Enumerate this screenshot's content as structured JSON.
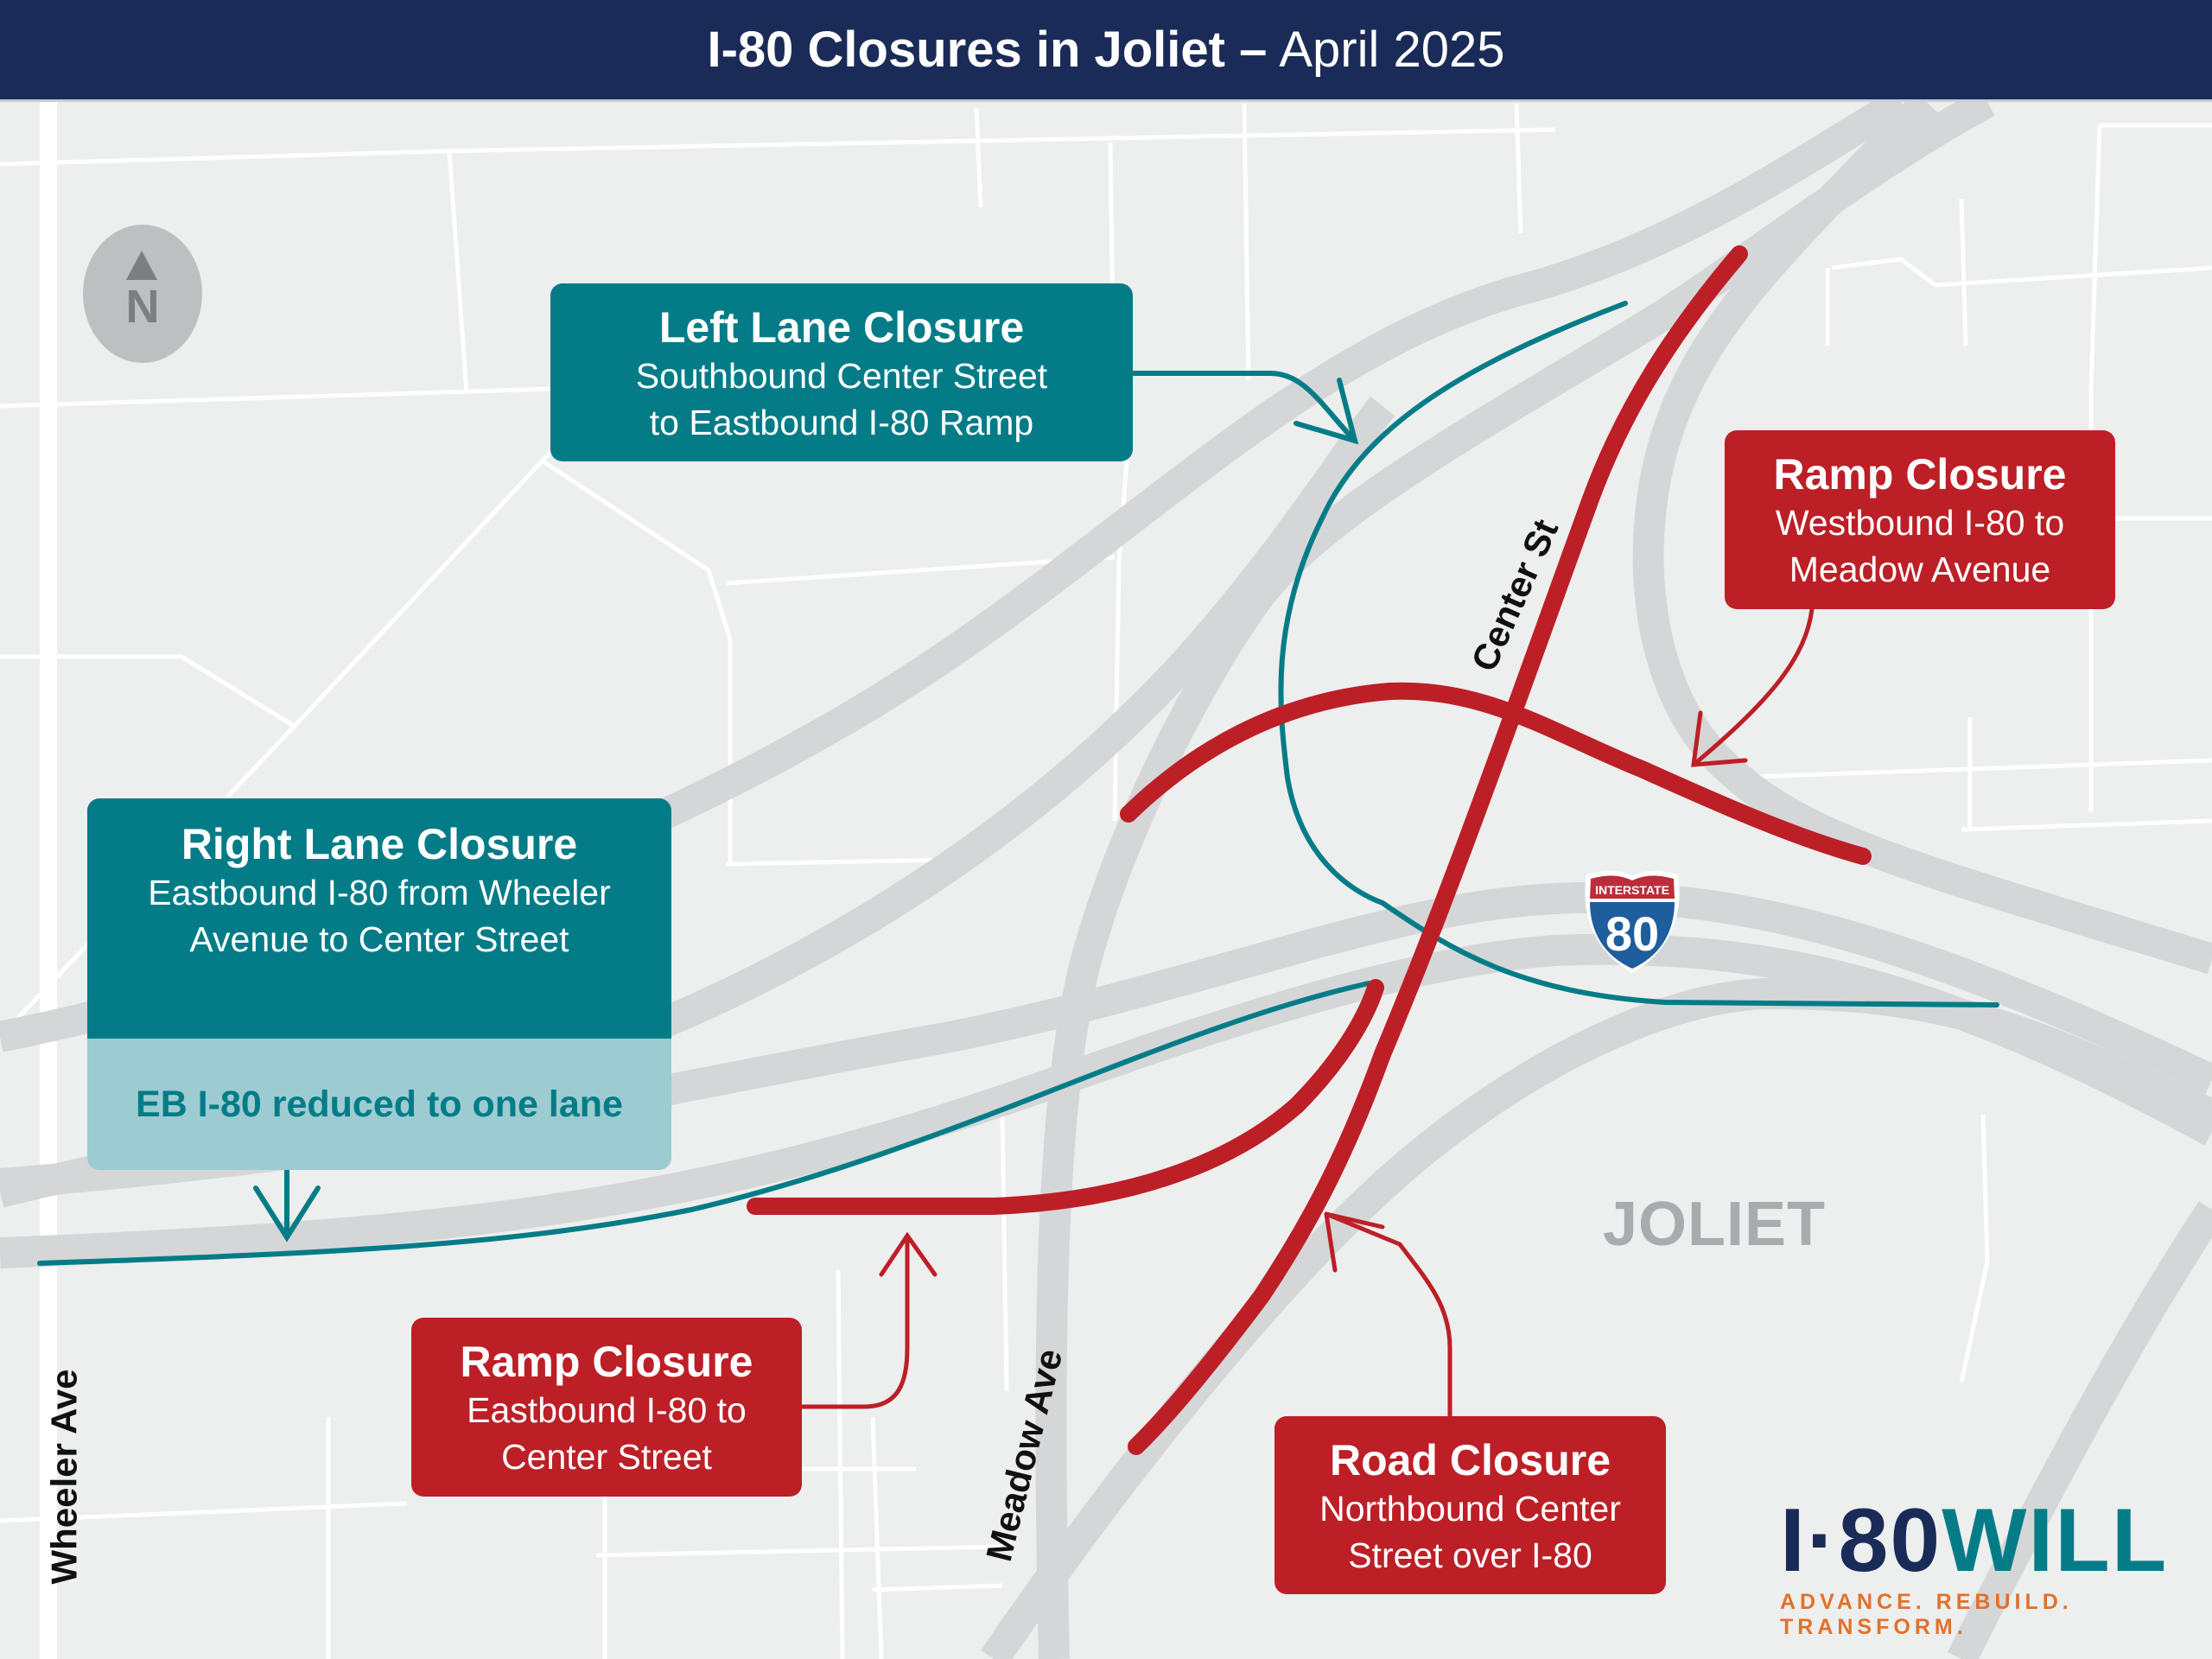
{
  "header": {
    "title_bold": "I-80 Closures in Joliet –",
    "title_light": "April 2025"
  },
  "colors": {
    "header_bg": "#1b2b58",
    "teal": "#037c87",
    "teal_light": "#9ccbd1",
    "red": "#bd1f27",
    "road_gray": "#d5d6d8",
    "background": "#edeeee",
    "shield_blue": "#1f5e9c",
    "shield_red": "#bb2d3b",
    "logo_orange": "#e2712a"
  },
  "compass": {
    "icon": "north-arrow-icon",
    "label": "N"
  },
  "callouts": {
    "left_lane": {
      "title": "Left Lane Closure",
      "line1": "Southbound Center Street",
      "line2": "to Eastbound I-80 Ramp"
    },
    "ramp_wb": {
      "title": "Ramp Closure",
      "line1": "Westbound I-80 to",
      "line2": "Meadow Avenue"
    },
    "right_lane": {
      "title": "Right Lane Closure",
      "line1": "Eastbound I-80 from Wheeler",
      "line2": "Avenue to Center Street",
      "note": "EB I-80 reduced to one lane"
    },
    "ramp_eb": {
      "title": "Ramp Closure",
      "line1": "Eastbound I-80 to",
      "line2": "Center Street"
    },
    "road": {
      "title": "Road Closure",
      "line1": "Northbound Center",
      "line2": "Street over I-80"
    }
  },
  "street_labels": {
    "center": "Center St",
    "meadow": "Meadow Ave",
    "wheeler": "Wheeler Ave"
  },
  "place_label": "JOLIET",
  "shield": {
    "top": "INTERSTATE",
    "number": "80"
  },
  "logo": {
    "i80": "I·80",
    "will": "WILL",
    "tagline": "ADVANCE. REBUILD. TRANSFORM."
  }
}
